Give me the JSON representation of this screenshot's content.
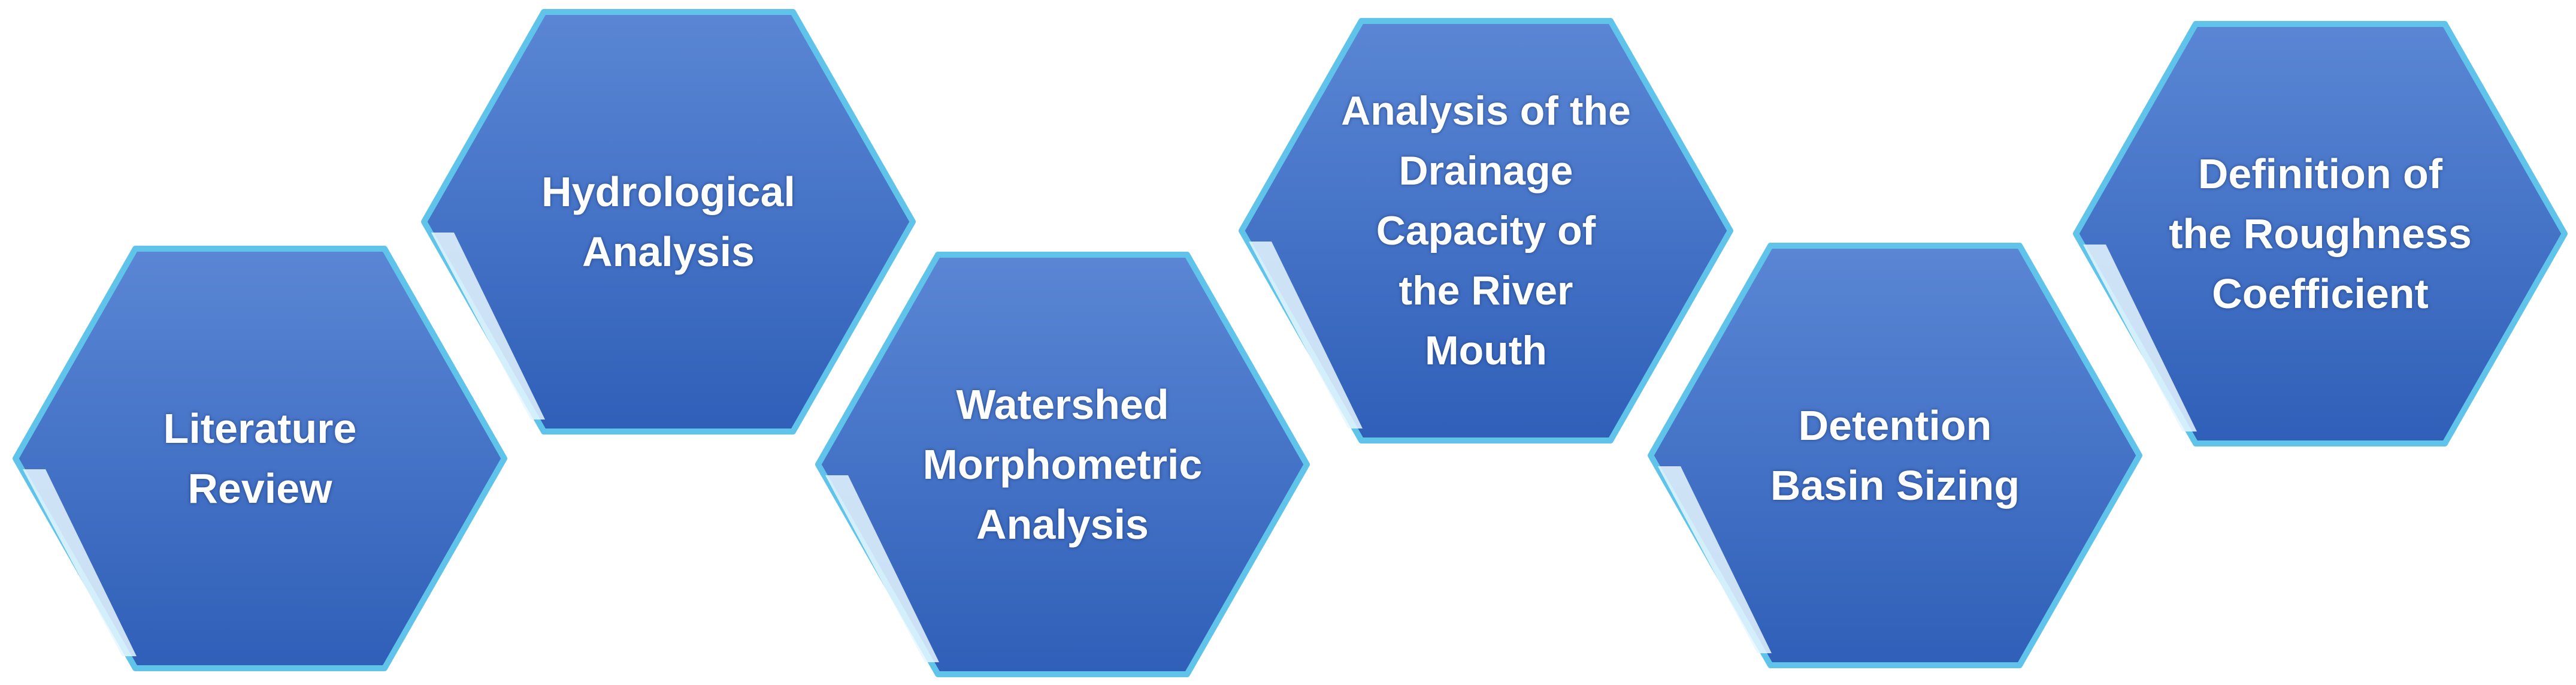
{
  "diagram": {
    "steps": [
      {
        "id": "literature-review",
        "label": "Literature\nReview"
      },
      {
        "id": "hydrological-analysis",
        "label": "Hydrological\nAnalysis"
      },
      {
        "id": "watershed-morphometric-analysis",
        "label": "Watershed\nMorphometric\nAnalysis"
      },
      {
        "id": "drainage-capacity-analysis",
        "label": "Analysis of the\nDrainage\nCapacity of\nthe River\nMouth"
      },
      {
        "id": "detention-basin-sizing",
        "label": "Detention\nBasin Sizing"
      },
      {
        "id": "roughness-coefficient",
        "label": "Definition of\nthe Roughness\nCoefficient"
      }
    ],
    "colors": {
      "hex_fill_light": "#5a86d4",
      "hex_fill_dark": "#2f5fb8",
      "hex_border": "#5fc3ea",
      "highlight": "#e8f7ff",
      "text": "#ffffff"
    }
  }
}
